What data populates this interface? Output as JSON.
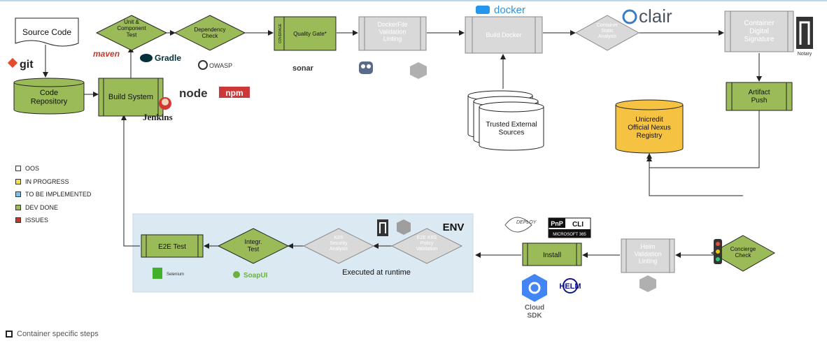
{
  "nodes": {
    "source_code": "Source Code",
    "code_repository": "Code\nRepository",
    "build_system": "Build System",
    "unit_test": "Unit &\nComponent\nTest",
    "dependency_check": "Dependency\nCheck",
    "quality_gate": "Quality Gate*",
    "coverage": "COVERAGE",
    "dockerfile_validation": "DockerFile\nValidation\nLinting",
    "build_docker": "Build Docker",
    "container_static_analysis": "Container\nStatic\nAnalysis",
    "container_digital_signature": "Container\nDigital\nSignature",
    "artifact_push": "Artifact\nPush",
    "nexus_registry": "Unicredit\nOfficial Nexus\nRegistry",
    "trusted_sources": "Trusted External\nSources",
    "concierge_check": "Concierge\nCheck",
    "helm_validation": "Helm\nValidation\nLinting",
    "install": "Install",
    "policy_validation": "E2E K8S\nPolicy\nValidation",
    "k8s_security": "K8S\nSecurity\nAnalysis",
    "integr_test": "Integr.\nTest",
    "e2e_test": "E2E Test",
    "executed_at_runtime": "Executed at runtime",
    "env": "ENV"
  },
  "logos": {
    "git": "git",
    "maven": "maven",
    "gradle": "Gradle",
    "owasp": "OWASP",
    "node": "node",
    "npm": "npm",
    "jenkins": "Jenkins",
    "sonar": "sonar",
    "docker": "docker",
    "clair": "clair",
    "notary": "Notary",
    "deploy": "DEPLOY",
    "pnp": "PnP",
    "cli": "CLI",
    "microsoft365": "MICROSOFT 365",
    "cloud_sdk": "Cloud\nSDK",
    "helm": "HELM",
    "selenium": "Selenium",
    "soapui": "SoapUI"
  },
  "legend": [
    {
      "label": "OOS",
      "color": "#ffffff"
    },
    {
      "label": "IN PROGRESS",
      "color": "#f2e24a"
    },
    {
      "label": "TO BE IMPLEMENTED",
      "color": "#7fc4e8"
    },
    {
      "label": "DEV DONE",
      "color": "#9bbb59"
    },
    {
      "label": "ISSUES",
      "color": "#c0392b"
    }
  ],
  "footer": "Container specific steps",
  "colors": {
    "green": "#9bbb59",
    "gray": "#d9d9d9",
    "yellow": "#f5c242",
    "env_bg": "#dbe9f2"
  }
}
